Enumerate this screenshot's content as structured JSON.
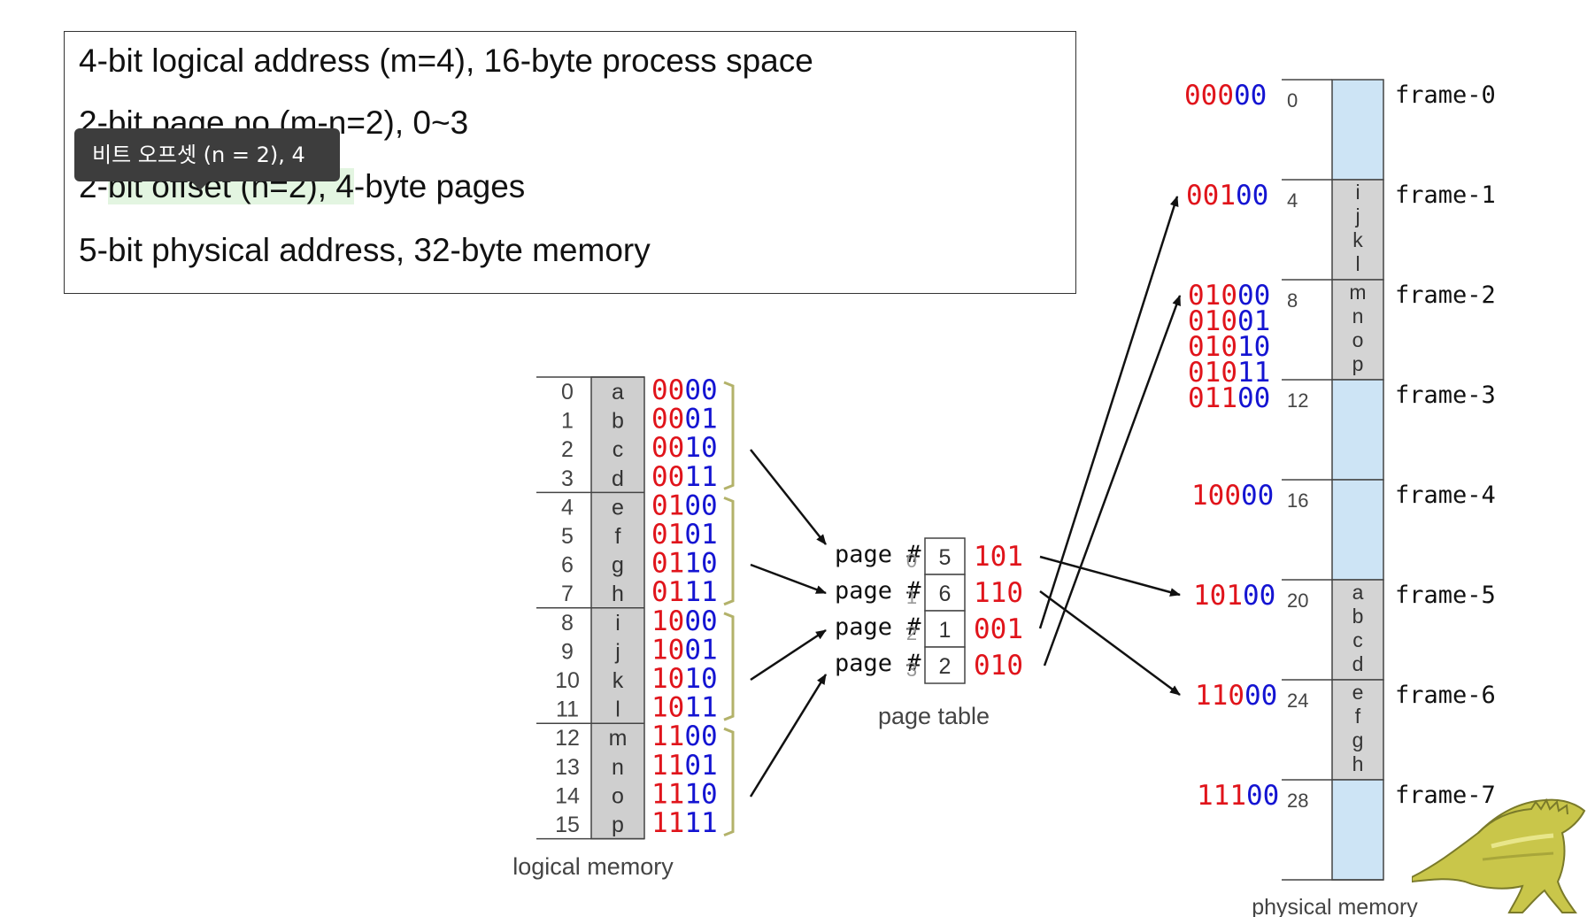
{
  "info": {
    "lines": [
      "4-bit logical address (m=4), 16-byte process space",
      "2-bit page no (m-n=2), 0~3",
      "2-",
      "5-bit physical address, 32-byte memory"
    ],
    "line3_highlight": "bit offset (n=2), 4",
    "line3_tail": "-byte pages",
    "tooltip": "비트 오프셋 (n = 2), 4"
  },
  "logical_memory": {
    "caption": "logical memory",
    "indices": [
      "0",
      "1",
      "2",
      "3",
      "4",
      "5",
      "6",
      "7",
      "8",
      "9",
      "10",
      "11",
      "12",
      "13",
      "14",
      "15"
    ],
    "contents": [
      "a",
      "b",
      "c",
      "d",
      "e",
      "f",
      "g",
      "h",
      "i",
      "j",
      "k",
      "l",
      "m",
      "n",
      "o",
      "p"
    ],
    "address_page_bits": [
      "00",
      "00",
      "00",
      "00",
      "01",
      "01",
      "01",
      "01",
      "10",
      "10",
      "10",
      "10",
      "11",
      "11",
      "11",
      "11"
    ],
    "address_offset_bits": [
      "00",
      "01",
      "10",
      "11",
      "00",
      "01",
      "10",
      "11",
      "00",
      "01",
      "10",
      "11",
      "00",
      "01",
      "10",
      "11"
    ]
  },
  "page_table": {
    "caption": "page table",
    "row_label": "page #",
    "page_numbers": [
      "0",
      "1",
      "2",
      "3"
    ],
    "frames": [
      "5",
      "6",
      "1",
      "2"
    ],
    "frame_bits": [
      "101",
      "110",
      "001",
      "010"
    ]
  },
  "physical_memory": {
    "caption": "physical memory",
    "frame_labels": [
      "frame-0",
      "frame-1",
      "frame-2",
      "frame-3",
      "frame-4",
      "frame-5",
      "frame-6",
      "frame-7"
    ],
    "offsets": [
      "0",
      "4",
      "8",
      "12",
      "16",
      "20",
      "24",
      "28"
    ],
    "addresses": [
      {
        "red": "000",
        "blue": "00"
      },
      {
        "red": "001",
        "blue": "00"
      },
      {
        "red": "010",
        "blue": "00"
      },
      {
        "red": "010",
        "blue": "01"
      },
      {
        "red": "010",
        "blue": "10"
      },
      {
        "red": "010",
        "blue": "11"
      },
      {
        "red": "011",
        "blue": "00"
      },
      {
        "red": "100",
        "blue": "00"
      },
      {
        "red": "101",
        "blue": "00"
      },
      {
        "red": "110",
        "blue": "00"
      },
      {
        "red": "111",
        "blue": "00"
      }
    ],
    "frame_contents": [
      [],
      [
        "i",
        "j",
        "k",
        "l"
      ],
      [
        "m",
        "n",
        "o",
        "p"
      ],
      [],
      [],
      [
        "a",
        "b",
        "c",
        "d"
      ],
      [
        "e",
        "f",
        "g",
        "h"
      ],
      []
    ]
  },
  "colors": {
    "page_bits": "#e0141b",
    "offset_bits": "#1414d2",
    "memory_fill": "#cde4f5",
    "logical_fill": "#cfcfcf",
    "bracket": "#b3b26a"
  }
}
